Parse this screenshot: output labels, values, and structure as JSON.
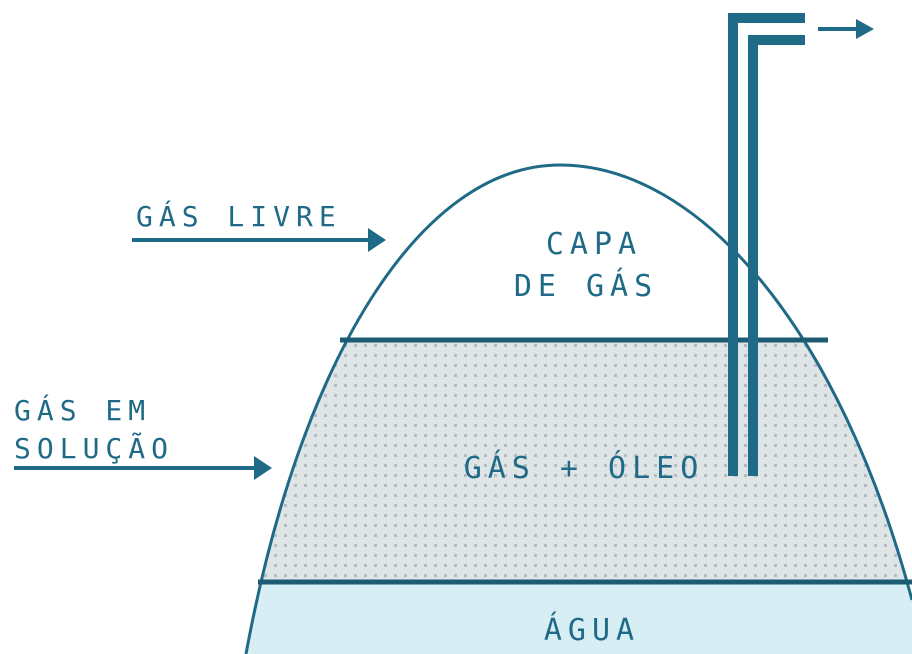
{
  "colors": {
    "outline": "#1f6a86",
    "stroke_dark": "#1b5c74",
    "oil_fill": "#dfe4e7",
    "oil_dot": "#b3bcc2",
    "water_fill": "#d7eef4",
    "gas_fill": "#ffffff"
  },
  "labels": {
    "free_gas": "GÁS LIVRE",
    "dissolved_gas_line1": "GÁS EM",
    "dissolved_gas_line2": "SOLUÇÃO",
    "gas_cap_line1": "CAPA",
    "gas_cap_line2": "DE GÁS",
    "gas_oil_zone": "GÁS + ÓLEO",
    "water_zone": "ÁGUA"
  }
}
